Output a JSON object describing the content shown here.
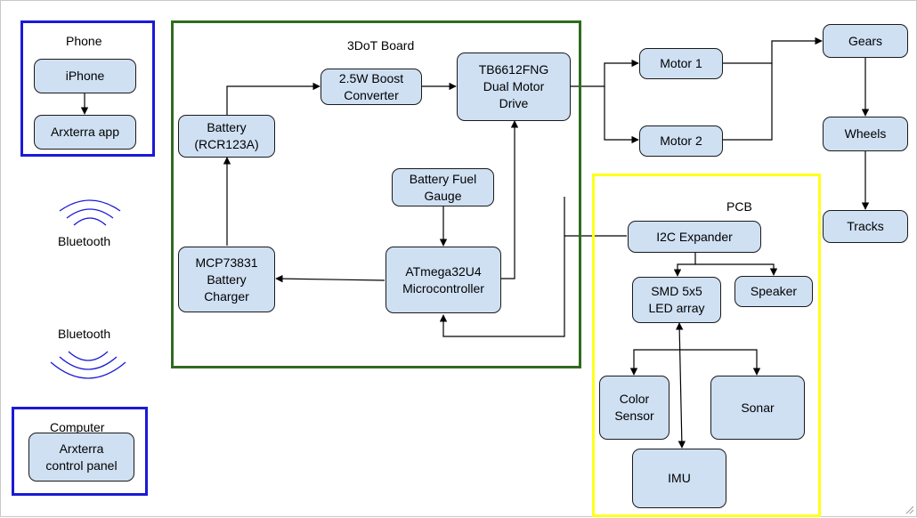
{
  "frames": {
    "phone": {
      "title": "Phone",
      "color": "#1a1ad6"
    },
    "board": {
      "title": "3DoT Board",
      "color": "#2f6b1f"
    },
    "pcb": {
      "title": "PCB",
      "color": "#ffff1a"
    },
    "computer": {
      "title": "Computer",
      "color": "#1a1ad6"
    }
  },
  "nodes": {
    "iphone": "iPhone",
    "app": "Arxterra app",
    "battery": "Battery\n(RCR123A)",
    "boost": "2.5W Boost\nConverter",
    "driver": "TB6612FNG\nDual Motor\nDrive",
    "fuel": "Battery Fuel\nGauge",
    "charger": "MCP73831\nBattery\nCharger",
    "mcu": "ATmega32U4\nMicrocontroller",
    "motor1": "Motor 1",
    "motor2": "Motor 2",
    "gears": "Gears",
    "wheels": "Wheels",
    "tracks": "Tracks",
    "i2c": "I2C Expander",
    "led": "SMD 5x5\nLED array",
    "speaker": "Speaker",
    "color": "Color\nSensor",
    "sonar": "Sonar",
    "imu": "IMU",
    "panel": "Arxterra\ncontrol panel"
  },
  "labels": {
    "bt_top": "Bluetooth",
    "bt_bottom": "Bluetooth"
  },
  "colors": {
    "node_fill": "#cfe0f3",
    "bluetooth_waves": "#1a1ad6"
  }
}
